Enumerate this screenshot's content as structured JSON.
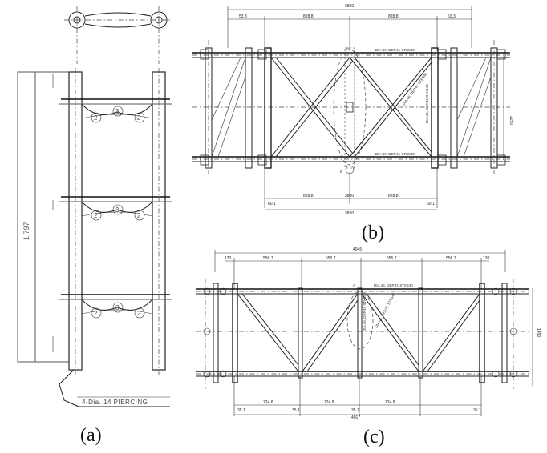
{
  "figure": {
    "panel_a": {
      "caption": "(a)",
      "height_dim": "1.797",
      "piercing_note": "4-Dia. 14 PIERCING",
      "circle_labels": [
        "2",
        "3",
        "2"
      ]
    },
    "panel_b": {
      "caption": "(b)",
      "top_total": "3820",
      "top_segments": [
        "53.3",
        "828.8",
        "828.8",
        "53.3"
      ],
      "bottom_segments": [
        "60.1",
        "828.8",
        "3800",
        "828.8",
        "60.1"
      ],
      "bottom_total": "3820",
      "point_a": "A",
      "point_b": "B",
      "brace_top": "DIA.46, DEP.4t; STK540",
      "brace_bottom": "DIA.46, DEP.4t; STK540",
      "diag_1": "DIA.46, DEP.4t; STK540",
      "diag_2": "DIA.46, DEP.4t; STK540",
      "right_dim": "2250"
    },
    "panel_c": {
      "caption": "(c)",
      "top_total": "4045",
      "top_segments": [
        "120",
        "556.7",
        "556.7",
        "556.7",
        "556.7",
        "120"
      ],
      "bottom_segments": [
        "35.1",
        "724.8",
        "35.1",
        "724.8",
        "35.1",
        "724.8",
        "35.1"
      ],
      "bottom_total": "4017",
      "point_a": "A",
      "brace_top": "DIA.46, DEP.4t; STK540",
      "diag_1": "DIA.46, DEP.4t; STK540",
      "diag_2": "DIA.46, DEP.4t; STK540",
      "right_dim": "1450"
    }
  }
}
